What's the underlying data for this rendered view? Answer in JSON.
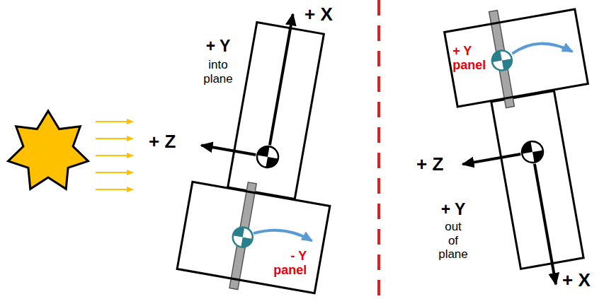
{
  "diagram": {
    "nodes": [
      {
        "text": [
          "- Y panel"
        ]
      },
      {
        "text": [
          "+ Y panel"
        ]
      }
    ],
    "labels": [
      "+ X",
      "+ Y",
      "into plane",
      "+ Z",
      "+ Z",
      "+ Y",
      "out of plane",
      "+ X"
    ]
  }
}
